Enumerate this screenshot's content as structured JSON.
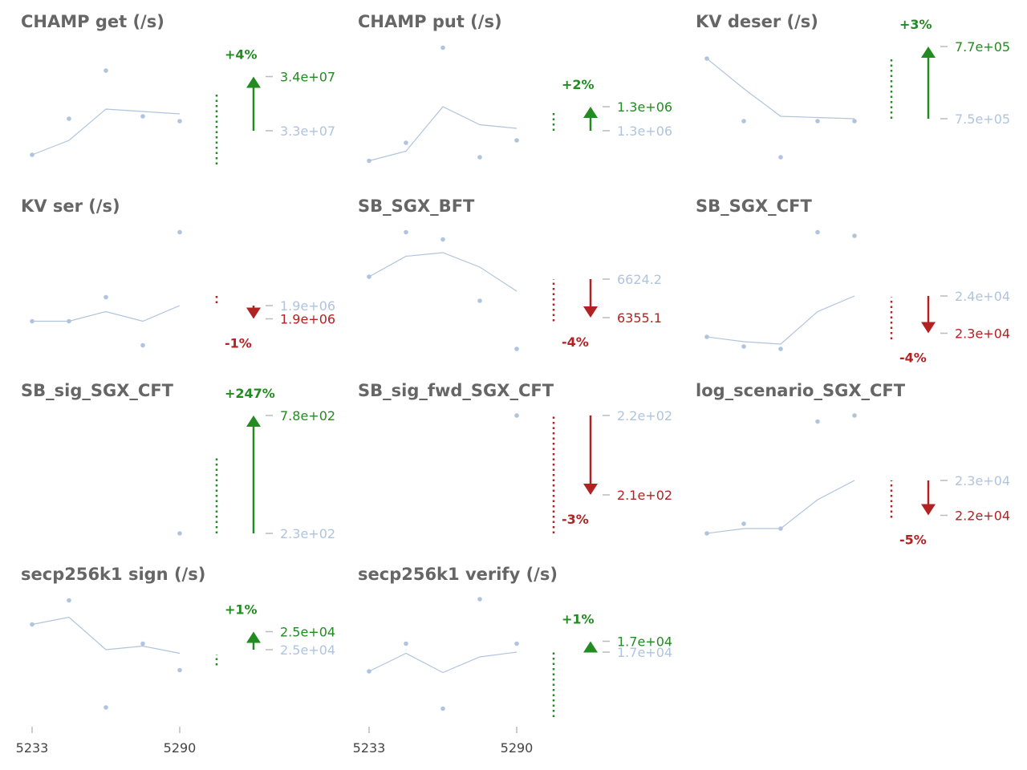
{
  "colors": {
    "title": "#666666",
    "line": "#b0c4de",
    "up": "#228b22",
    "down": "#b22222",
    "tick": "#bbbbbb",
    "axis_text": "#444444"
  },
  "x_axis": {
    "ticks": [
      "5233",
      "5290"
    ],
    "ticks_index": [
      0,
      4
    ]
  },
  "chart_data": [
    {
      "type": "line",
      "title": "CHAMP get (/s)",
      "direction": "up",
      "change": "+4%",
      "points": [
        0.1,
        0.4,
        0.8,
        0.42,
        0.38
      ],
      "smooth": [
        0.1,
        0.22,
        0.48,
        0.46,
        0.44
      ],
      "noise": [
        0.02,
        0.6
      ],
      "bar": [
        0.3,
        0.75
      ],
      "labels": [
        "3.3e+07",
        "3.4e+07"
      ]
    },
    {
      "type": "line",
      "title": "CHAMP put (/s)",
      "direction": "up",
      "change": "+2%",
      "points": [
        0.05,
        0.2,
        0.99,
        0.08,
        0.22
      ],
      "smooth": [
        0.05,
        0.13,
        0.5,
        0.35,
        0.32
      ],
      "noise": [
        0.3,
        0.45
      ],
      "bar": [
        0.3,
        0.5
      ],
      "labels": [
        "1.3e+06",
        "1.3e+06"
      ]
    },
    {
      "type": "line",
      "title": "KV deser (/s)",
      "direction": "up",
      "change": "+3%",
      "points": [
        0.9,
        0.38,
        0.08,
        0.38,
        0.38
      ],
      "smooth": [
        0.9,
        0.65,
        0.42,
        0.41,
        0.4
      ],
      "noise": [
        0.4,
        0.9
      ],
      "bar": [
        0.4,
        1.0
      ],
      "labels": [
        "7.5e+05",
        "7.7e+05"
      ]
    },
    {
      "type": "line",
      "title": "KV ser (/s)",
      "direction": "down",
      "change": "-1%",
      "points": [
        0.25,
        0.25,
        0.45,
        0.05,
        0.99
      ],
      "smooth": [
        0.25,
        0.25,
        0.33,
        0.25,
        0.38
      ],
      "noise": [
        0.4,
        0.48
      ],
      "bar": [
        0.38,
        0.27
      ],
      "labels": [
        "1.9e+06",
        "1.9e+06"
      ]
    },
    {
      "type": "line",
      "title": "SB_SGX_BFT",
      "direction": "down",
      "change": "-4%",
      "points": [
        0.62,
        0.99,
        0.93,
        0.42,
        0.02
      ],
      "smooth": [
        0.62,
        0.79,
        0.82,
        0.7,
        0.5
      ],
      "noise": [
        0.25,
        0.6
      ],
      "bar": [
        0.6,
        0.28
      ],
      "labels": [
        "6624.2",
        "6355.1"
      ]
    },
    {
      "type": "line",
      "title": "SB_SGX_CFT",
      "direction": "down",
      "change": "-4%",
      "points": [
        0.12,
        0.04,
        0.02,
        0.99,
        0.96
      ],
      "smooth": [
        0.12,
        0.08,
        0.06,
        0.33,
        0.46
      ],
      "noise": [
        0.1,
        0.45
      ],
      "bar": [
        0.46,
        0.15
      ],
      "labels": [
        "2.4e+04",
        "2.3e+04"
      ]
    },
    {
      "type": "line",
      "title": "SB_sig_SGX_CFT",
      "direction": "up",
      "change": "+247%",
      "points": [
        null,
        null,
        null,
        null,
        0.02
      ],
      "smooth": [
        null,
        null,
        null,
        null,
        null
      ],
      "noise": [
        0.02,
        0.65
      ],
      "bar": [
        0.02,
        1.0
      ],
      "labels": [
        "2.3e+02",
        "7.8e+02"
      ]
    },
    {
      "type": "line",
      "title": "SB_sig_fwd_SGX_CFT",
      "direction": "down",
      "change": "-3%",
      "points": [
        null,
        null,
        null,
        null,
        1.0
      ],
      "smooth": [
        null,
        null,
        null,
        null,
        null
      ],
      "noise": [
        0.02,
        1.0
      ],
      "bar": [
        1.0,
        0.34
      ],
      "labels": [
        "2.2e+02",
        "2.1e+02"
      ]
    },
    {
      "type": "line",
      "title": "log_scenario_SGX_CFT",
      "direction": "down",
      "change": "-5%",
      "points": [
        0.02,
        0.1,
        0.06,
        0.95,
        1.0
      ],
      "smooth": [
        0.02,
        0.06,
        0.06,
        0.3,
        0.46
      ],
      "noise": [
        0.15,
        0.46
      ],
      "bar": [
        0.46,
        0.17
      ],
      "labels": [
        "2.3e+04",
        "2.2e+04"
      ]
    },
    {
      "type": "line",
      "title": "secp256k1 sign (/s)",
      "direction": "up",
      "change": "+1%",
      "points": [
        0.79,
        0.99,
        0.1,
        0.63,
        0.41
      ],
      "smooth": [
        0.79,
        0.85,
        0.58,
        0.61,
        0.55
      ],
      "noise": [
        0.45,
        0.54
      ],
      "bar": [
        0.58,
        0.73
      ],
      "labels": [
        "2.5e+04",
        "2.5e+04"
      ]
    },
    {
      "type": "line",
      "title": "secp256k1 verify (/s)",
      "direction": "up",
      "change": "+1%",
      "points": [
        0.4,
        0.63,
        0.09,
        1.0,
        0.63
      ],
      "smooth": [
        0.4,
        0.55,
        0.39,
        0.52,
        0.56
      ],
      "noise": [
        0.02,
        0.57
      ],
      "bar": [
        0.56,
        0.65
      ],
      "labels": [
        "1.7e+04",
        "1.7e+04"
      ]
    }
  ]
}
